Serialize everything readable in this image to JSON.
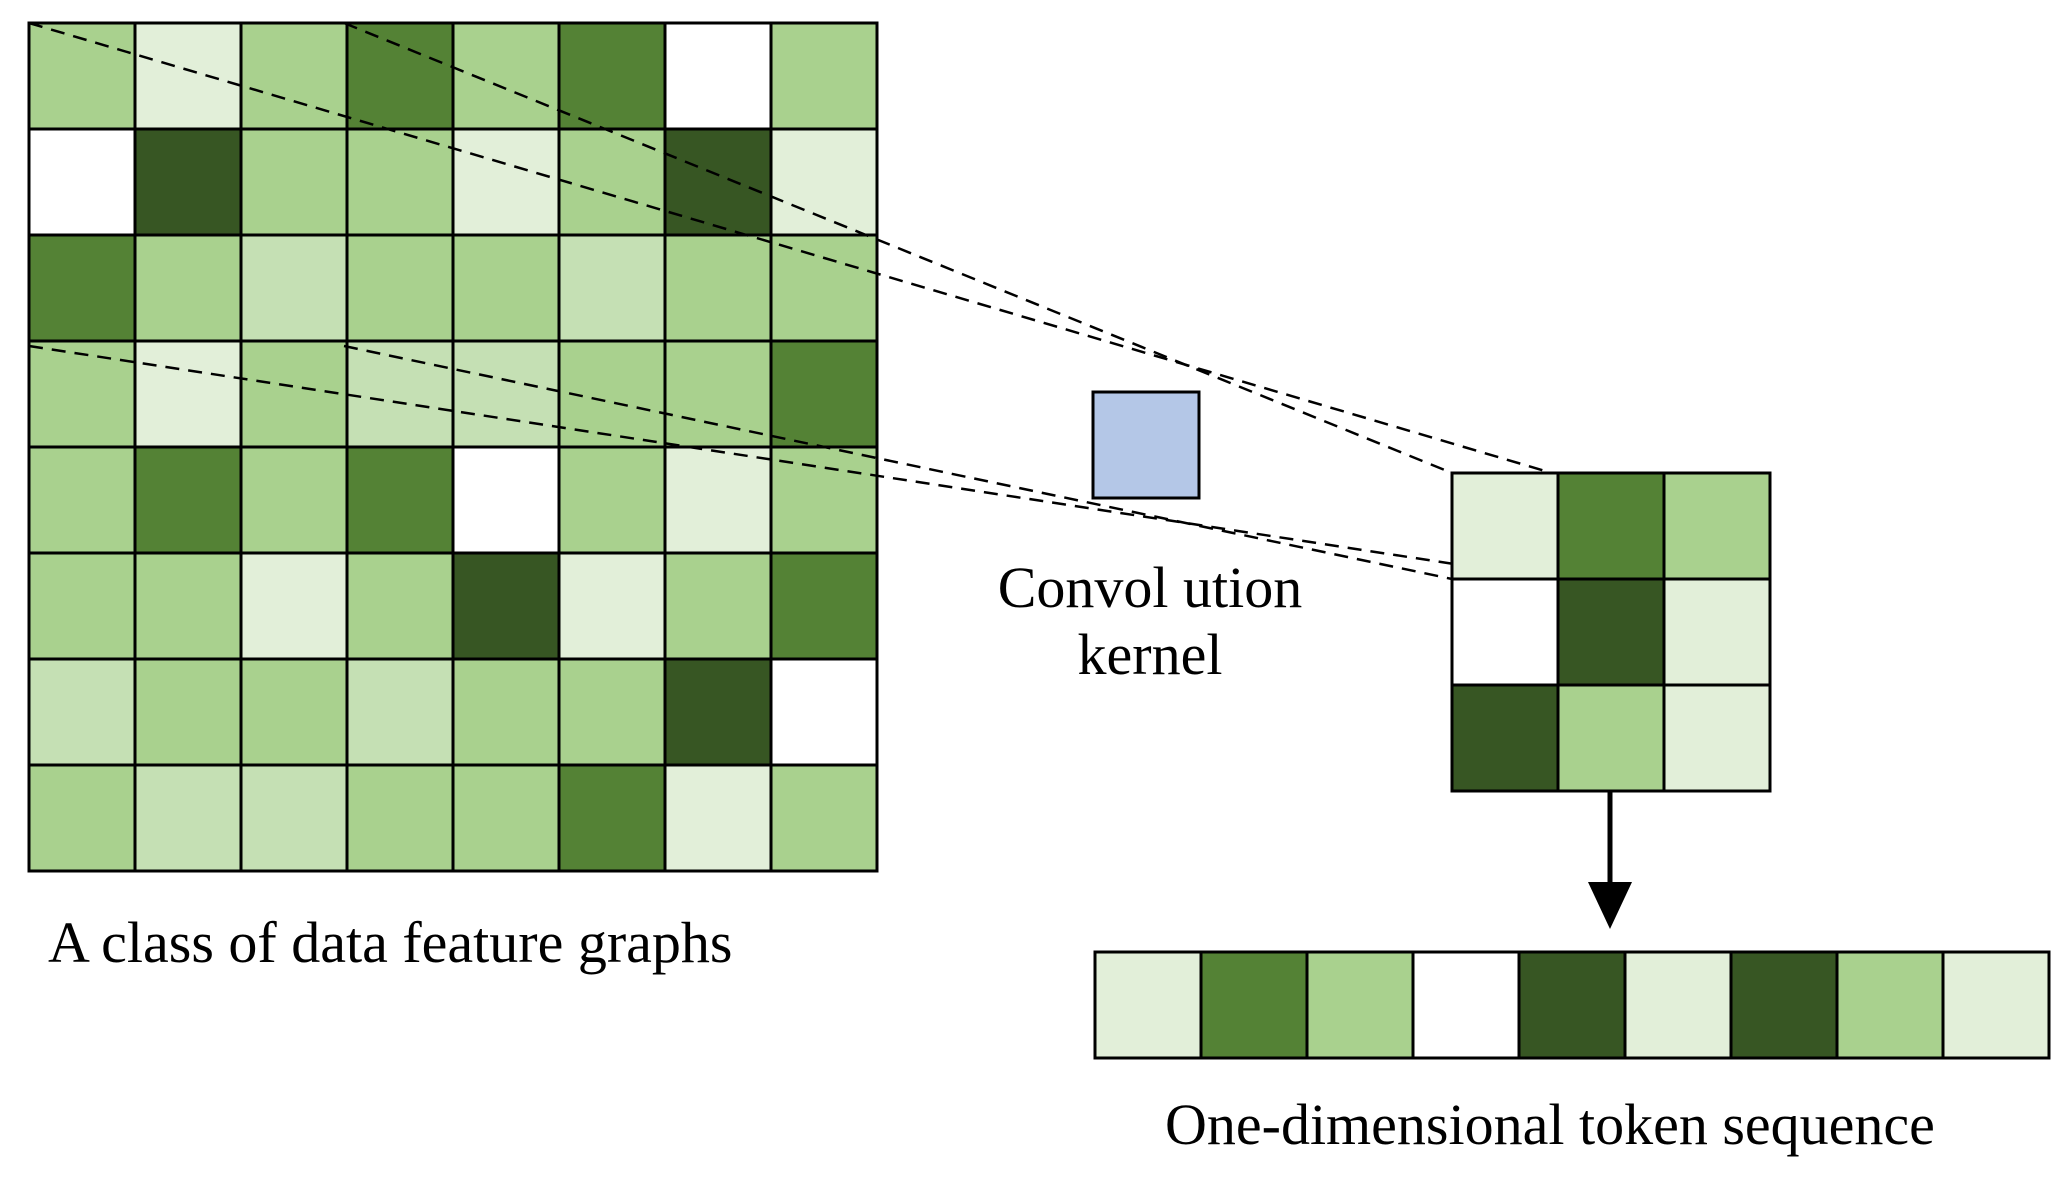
{
  "labels": {
    "feature_graph": "A class of data feature graphs",
    "kernel_line1": "Convol ution",
    "kernel_line2": "kernel",
    "token_sequence": "One-dimensional token sequence"
  },
  "colors": {
    "w": "#ffffff",
    "xl": "#e2efd9",
    "l": "#c5e0b4",
    "m": "#a9d18e",
    "d": "#548235",
    "xd": "#375623",
    "kernel": "#b4c7e7",
    "stroke": "#000000"
  },
  "feature_graph": {
    "grid": [
      [
        "m",
        "xl",
        "m",
        "d",
        "m",
        "d",
        "w",
        "m"
      ],
      [
        "w",
        "xd",
        "m",
        "m",
        "xl",
        "m",
        "xd",
        "xl"
      ],
      [
        "d",
        "m",
        "l",
        "m",
        "m",
        "l",
        "m",
        "m"
      ],
      [
        "m",
        "xl",
        "m",
        "l",
        "l",
        "m",
        "m",
        "d"
      ],
      [
        "m",
        "d",
        "m",
        "d",
        "w",
        "m",
        "xl",
        "m"
      ],
      [
        "m",
        "m",
        "xl",
        "m",
        "xd",
        "xl",
        "m",
        "d"
      ],
      [
        "l",
        "m",
        "m",
        "l",
        "m",
        "m",
        "xd",
        "w"
      ],
      [
        "m",
        "l",
        "l",
        "m",
        "m",
        "d",
        "xl",
        "m"
      ]
    ]
  },
  "kernel_output": {
    "grid": [
      [
        "xl",
        "d",
        "m"
      ],
      [
        "w",
        "xd",
        "xl"
      ],
      [
        "xd",
        "m",
        "xl"
      ]
    ]
  },
  "token_sequence": {
    "cells": [
      "xl",
      "d",
      "m",
      "w",
      "xd",
      "xl",
      "xd",
      "m",
      "xl"
    ]
  }
}
